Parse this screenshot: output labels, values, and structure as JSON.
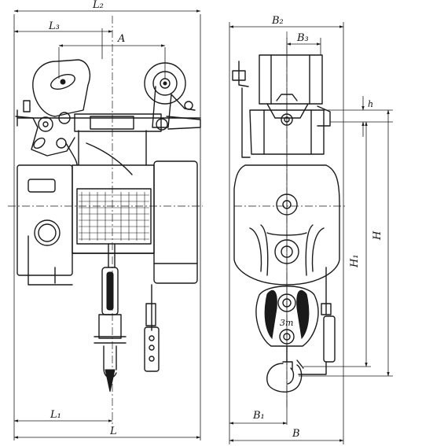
{
  "labels": {
    "L2": "L₂",
    "L3": "L₃",
    "A": "A",
    "L1": "L₁",
    "L": "L",
    "B2": "B₂",
    "B3": "B₃",
    "h": "h",
    "H1": "H₁",
    "H": "H",
    "B1": "B₁",
    "B": "B",
    "hook_mark": "3т"
  }
}
